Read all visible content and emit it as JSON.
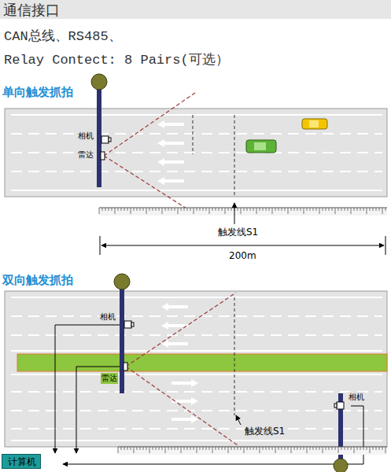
{
  "diagram": {
    "title": "通信接口",
    "nodes": [
      {
        "text": [
          "计算机"
        ]
      }
    ],
    "labels": [
      "CAN总线、RS485、",
      "Relay Contect: 8 Pairs(可选）",
      "单向触发抓拍",
      "相机",
      "雷达",
      "触发线S1",
      "200m",
      "双向触发抓拍",
      "相机",
      "雷达",
      "触发线S1",
      "相机"
    ]
  }
}
